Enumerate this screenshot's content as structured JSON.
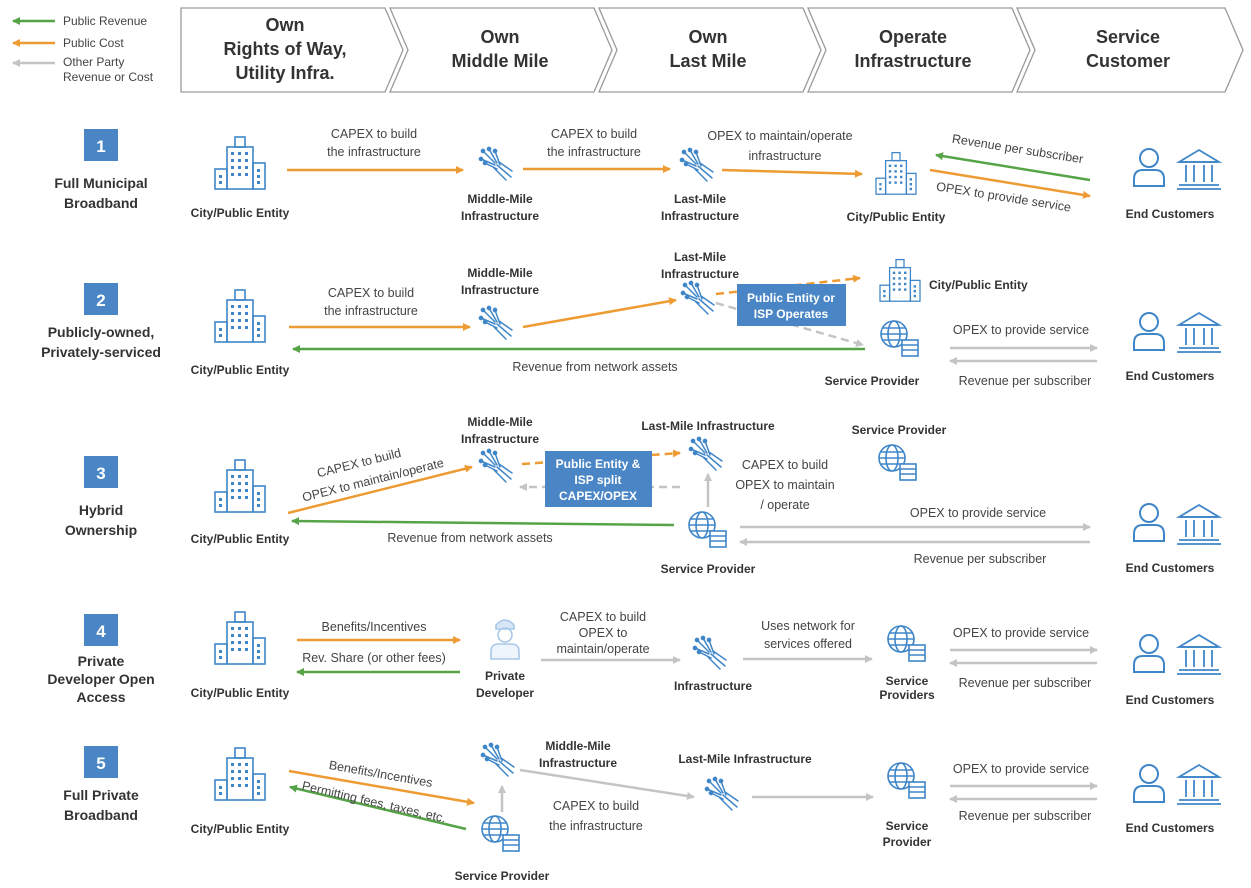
{
  "legend": [
    {
      "label": "Public Revenue",
      "color": "#56a447"
    },
    {
      "label": "Public Cost",
      "color": "#ee9b33"
    },
    {
      "label": "Other Party",
      "color": "#c9c9c9"
    },
    {
      "label": "Revenue or Cost",
      "color": ""
    }
  ],
  "stages": [
    {
      "lines": [
        "Own",
        "Rights of Way,",
        "Utility Infra."
      ]
    },
    {
      "lines": [
        "Own",
        "Middle Mile"
      ]
    },
    {
      "lines": [
        "Own",
        "Last Mile"
      ]
    },
    {
      "lines": [
        "Operate",
        "Infrastructure"
      ]
    },
    {
      "lines": [
        "Service",
        "Customer"
      ]
    }
  ],
  "models": [
    {
      "number": "1",
      "name": [
        "Full Municipal",
        "Broadband"
      ]
    },
    {
      "number": "2",
      "name": [
        "Publicly-owned,",
        "Privately-serviced"
      ]
    },
    {
      "number": "3",
      "name": [
        "Hybrid",
        "Ownership"
      ]
    },
    {
      "number": "4",
      "name": [
        "Private",
        "Developer Open",
        "Access"
      ]
    },
    {
      "number": "5",
      "name": [
        "Full Private",
        "Broadband"
      ]
    }
  ],
  "row1": {
    "city": "City/Public Entity",
    "capex1": [
      "CAPEX to build",
      "the infrastructure"
    ],
    "capex2": [
      "CAPEX to build",
      "the infrastructure"
    ],
    "mm": [
      "Middle-Mile",
      "Infrastructure"
    ],
    "lm": [
      "Last-Mile",
      "Infrastructure"
    ],
    "opex": [
      "OPEX to maintain/operate",
      "infrastructure"
    ],
    "op": "City/Public Entity",
    "rev": "Revenue per subscriber",
    "opex_service": "OPEX to provide service",
    "end": "End Customers"
  },
  "row2": {
    "city": "City/Public Entity",
    "capex": [
      "CAPEX to build",
      "the infrastructure"
    ],
    "mm": [
      "Middle-Mile",
      "Infrastructure"
    ],
    "lm": [
      "Last-Mile",
      "Infrastructure"
    ],
    "box": [
      "Public Entity or",
      "ISP Operates"
    ],
    "op_city": "City/Public Entity",
    "sp": "Service Provider",
    "rev_assets": "Revenue from network assets",
    "opex_service": "OPEX to provide service",
    "rev": "Revenue per subscriber",
    "end": "End Customers"
  },
  "row3": {
    "city": "City/Public Entity",
    "capex": [
      "CAPEX to build",
      "OPEX to maintain/operate"
    ],
    "mm": [
      "Middle-Mile",
      "Infrastructure"
    ],
    "box": [
      "Public Entity &",
      "ISP split",
      "CAPEX/OPEX"
    ],
    "lm": "Last-Mile Infrastructure",
    "sp_top": "Service Provider",
    "capex_sp": [
      "CAPEX to build",
      "OPEX to maintain",
      "/ operate"
    ],
    "sp": "Service Provider",
    "rev_assets": "Revenue from network assets",
    "opex_service": "OPEX to provide service",
    "rev": "Revenue per subscriber",
    "end": "End Customers"
  },
  "row4": {
    "city": "City/Public Entity",
    "benefits": "Benefits/Incentives",
    "revshare": "Rev. Share (or other fees)",
    "dev": [
      "Private",
      "Developer"
    ],
    "capex": [
      "CAPEX to build",
      "OPEX to",
      "maintain/operate"
    ],
    "infra": "Infrastructure",
    "uses": [
      "Uses network for",
      "services offered"
    ],
    "sp": [
      "Service",
      "Providers"
    ],
    "opex_service": "OPEX to provide service",
    "rev": "Revenue per subscriber",
    "end": "End Customers"
  },
  "row5": {
    "city": "City/Public Entity",
    "benefits": "Benefits/Incentives",
    "permitting": "Permitting fees, taxes, etc.",
    "mm": [
      "Middle-Mile",
      "Infrastructure"
    ],
    "capex": [
      "CAPEX to build",
      "the infrastructure"
    ],
    "lm": "Last-Mile Infrastructure",
    "sp_bottom": "Service Provider",
    "sp": [
      "Service",
      "Provider"
    ],
    "opex_service": "OPEX to provide service",
    "rev": "Revenue per subscriber",
    "end": "End Customers"
  }
}
